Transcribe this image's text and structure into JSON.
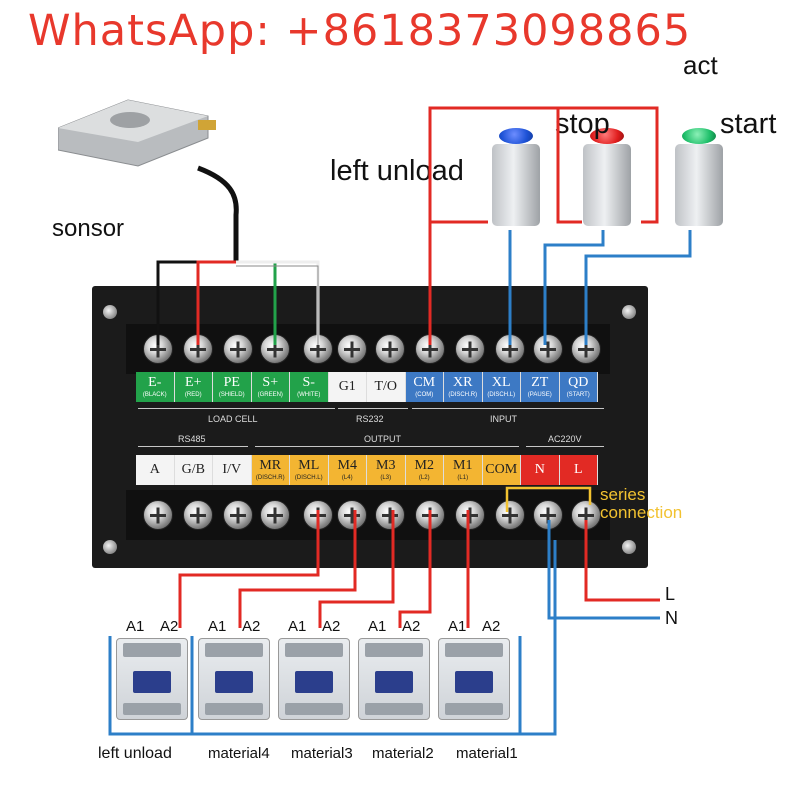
{
  "whatsapp": "WhatsApp: +8618373098865",
  "labels": {
    "act": "act",
    "stop": "stop",
    "start": "start",
    "left_unload": "left unload",
    "sensor": "sonsor",
    "series": "series",
    "connection": "connection",
    "L": "L",
    "N": "N"
  },
  "panel": {
    "rs485": "RS485",
    "output": "OUTPUT",
    "ac220": "AC220V",
    "load_cell": "LOAD CELL",
    "rs232": "RS232",
    "input": "INPUT"
  },
  "top_terminals": [
    {
      "main": "E-",
      "sub": "(BLACK)"
    },
    {
      "main": "E+",
      "sub": "(RED)"
    },
    {
      "main": "PE",
      "sub": "(SHIELD)"
    },
    {
      "main": "S+",
      "sub": "(GREEN)"
    },
    {
      "main": "S-",
      "sub": "(WHITE)"
    },
    {
      "main": "G1",
      "sub": ""
    },
    {
      "main": "T/O",
      "sub": ""
    },
    {
      "main": "CM",
      "sub": "(COM)"
    },
    {
      "main": "XR",
      "sub": "(DISCH.R)"
    },
    {
      "main": "XL",
      "sub": "(DISCH.L)"
    },
    {
      "main": "ZT",
      "sub": "(PAUSE)"
    },
    {
      "main": "QD",
      "sub": "(START)"
    }
  ],
  "bottom_terminals": [
    {
      "main": "A",
      "sub": ""
    },
    {
      "main": "G/B",
      "sub": ""
    },
    {
      "main": "I/V",
      "sub": ""
    },
    {
      "main": "MR",
      "sub": "(DISCH.R)"
    },
    {
      "main": "ML",
      "sub": "(DISCH.L)"
    },
    {
      "main": "M4",
      "sub": "(L4)"
    },
    {
      "main": "M3",
      "sub": "(L3)"
    },
    {
      "main": "M2",
      "sub": "(L2)"
    },
    {
      "main": "M1",
      "sub": "(L1)"
    },
    {
      "main": "COM",
      "sub": ""
    },
    {
      "main": "N",
      "sub": ""
    },
    {
      "main": "L",
      "sub": ""
    }
  ],
  "contactors": [
    {
      "a1": "A1",
      "a2": "A2",
      "name": "left unload"
    },
    {
      "a1": "A1",
      "a2": "A2",
      "name": "material4"
    },
    {
      "a1": "A1",
      "a2": "A2",
      "name": "material3"
    },
    {
      "a1": "A1",
      "a2": "A2",
      "name": "material2"
    },
    {
      "a1": "A1",
      "a2": "A2",
      "name": "material1"
    }
  ],
  "colors": {
    "whatsapp": "#e8382c",
    "wire_red": "#e22a24",
    "wire_blue": "#2d7fc8",
    "wire_green": "#22a24a",
    "wire_yellow": "#f2c230",
    "button_blue": "#1d52d6",
    "button_red": "#e01e1e",
    "button_green": "#1fbf6a",
    "panel": "#1b1b1b"
  }
}
